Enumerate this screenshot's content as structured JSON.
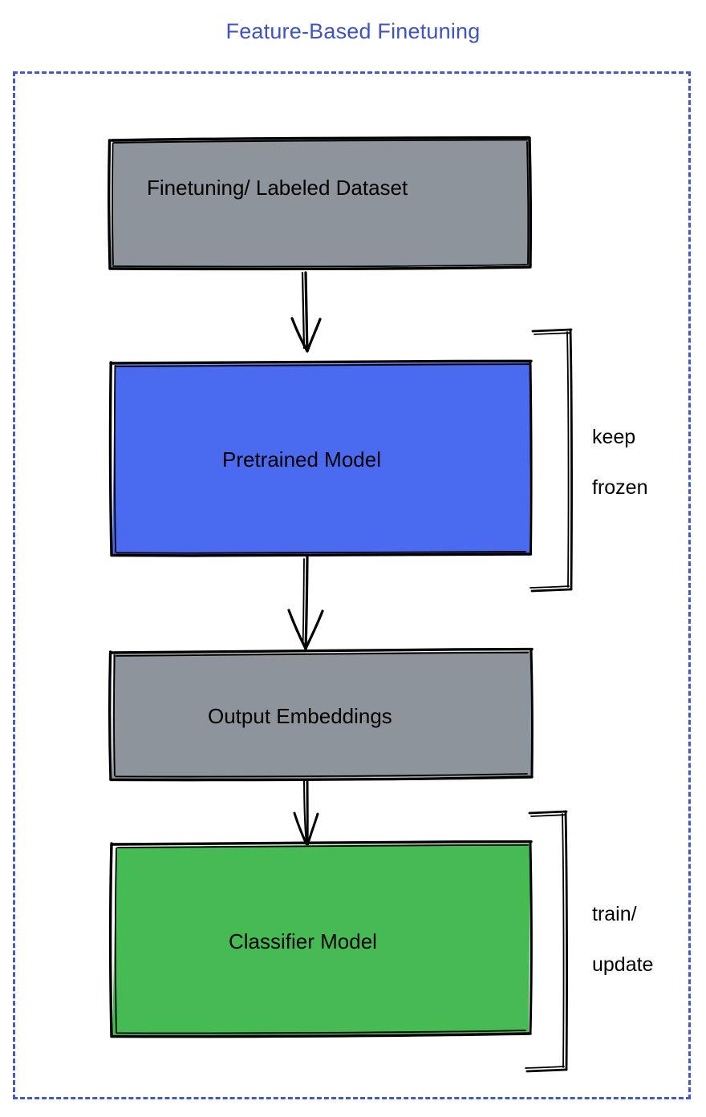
{
  "title": "Feature-Based Finetuning",
  "colors": {
    "title": "#3f54c4",
    "frame_border": "#4359c7",
    "gray_fill": "#8d949c",
    "blue_fill": "#4a6bf0",
    "green_fill": "#47bb53",
    "stroke": "#000000",
    "background": "#ffffff"
  },
  "nodes": [
    {
      "id": "dataset",
      "label": "Finetuning/ Labeled Dataset",
      "fill": "gray"
    },
    {
      "id": "pretrained",
      "label": "Pretrained Model",
      "fill": "blue"
    },
    {
      "id": "embeddings",
      "label": "Output Embeddings",
      "fill": "gray"
    },
    {
      "id": "classifier",
      "label": "Classifier Model",
      "fill": "green"
    }
  ],
  "annotations": [
    {
      "id": "keep-frozen",
      "line1": "keep",
      "line2": "frozen",
      "target": "pretrained"
    },
    {
      "id": "train-update",
      "line1": "train/",
      "line2": "update",
      "target": "classifier"
    }
  ],
  "edges": [
    {
      "from": "dataset",
      "to": "pretrained",
      "style": "arrow"
    },
    {
      "from": "pretrained",
      "to": "embeddings",
      "style": "arrow"
    },
    {
      "from": "embeddings",
      "to": "classifier",
      "style": "arrow"
    }
  ]
}
